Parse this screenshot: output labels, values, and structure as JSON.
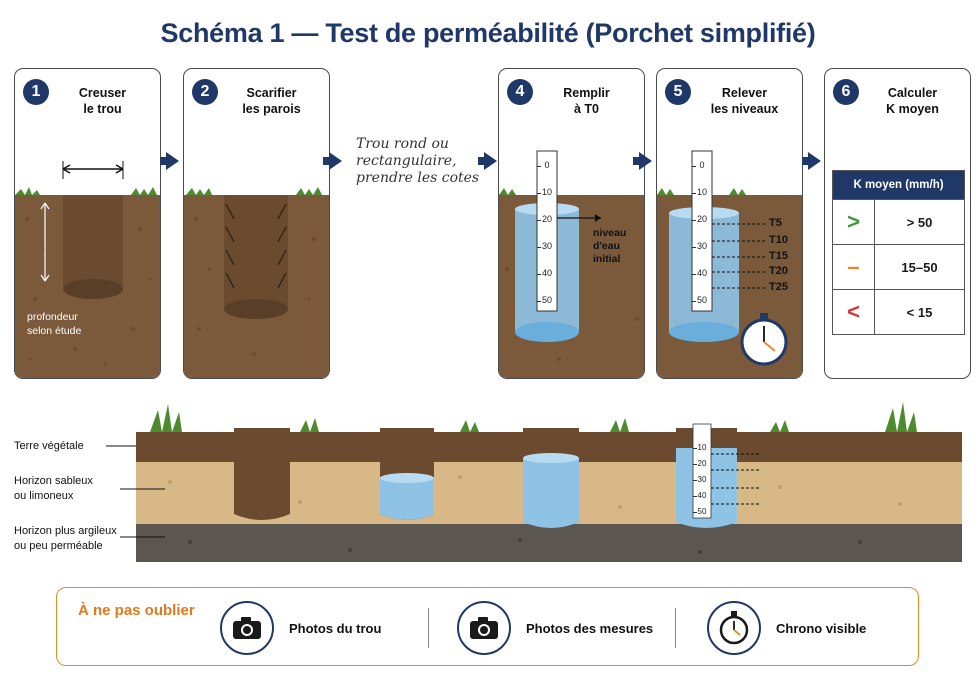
{
  "title": "Schéma 1 — Test de perméabilité (Porchet simplifié)",
  "steps": [
    {
      "num": "1",
      "label": "Creuser\nle trou"
    },
    {
      "num": "2",
      "label": "Scarifier\nles parois"
    },
    {
      "num": "4",
      "label": "Remplir\nà T0"
    },
    {
      "num": "5",
      "label": "Relever\nles niveaux"
    },
    {
      "num": "6",
      "label": "Calculer\nK moyen"
    }
  ],
  "step3_note": "Trou rond ou\nrectangulaire,\nprendre les cotes",
  "step1_depth_label": "profondeur\nselon étude",
  "step4_water_label": "niveau\nd'eau\ninitial",
  "step5_time_labels": [
    "T5",
    "T10",
    "T15",
    "T20",
    "T25"
  ],
  "ruler_ticks": [
    "0",
    "10",
    "20",
    "30",
    "40",
    "50"
  ],
  "profile_ruler_ticks": [
    "10",
    "20",
    "30",
    "40",
    "50"
  ],
  "k_table": {
    "header": "K moyen (mm/h)",
    "rows": [
      {
        "symbol": ">",
        "value": "> 50",
        "color": "#3a9a3a"
      },
      {
        "symbol": "–",
        "value": "15–50",
        "color": "#e8872a"
      },
      {
        "symbol": "<",
        "value": "< 15",
        "color": "#d23a3a"
      }
    ]
  },
  "soil_layers": [
    "Terre végétale",
    "Horizon sableux\nou limoneux",
    "Horizon plus argileux\nou peu perméable"
  ],
  "reminder": {
    "title": "À ne pas oublier",
    "items": [
      {
        "label": "Photos du trou",
        "icon": "camera-icon"
      },
      {
        "label": "Photos des mesures",
        "icon": "camera-icon"
      },
      {
        "label": "Chrono visible",
        "icon": "stopwatch-icon"
      }
    ]
  },
  "colors": {
    "navy": "#1f3868",
    "orange": "#e8872a",
    "soil": "#7b5a3c",
    "water": "#8ec3e6",
    "sand": "#d9b888",
    "clay": "#5c5650"
  }
}
